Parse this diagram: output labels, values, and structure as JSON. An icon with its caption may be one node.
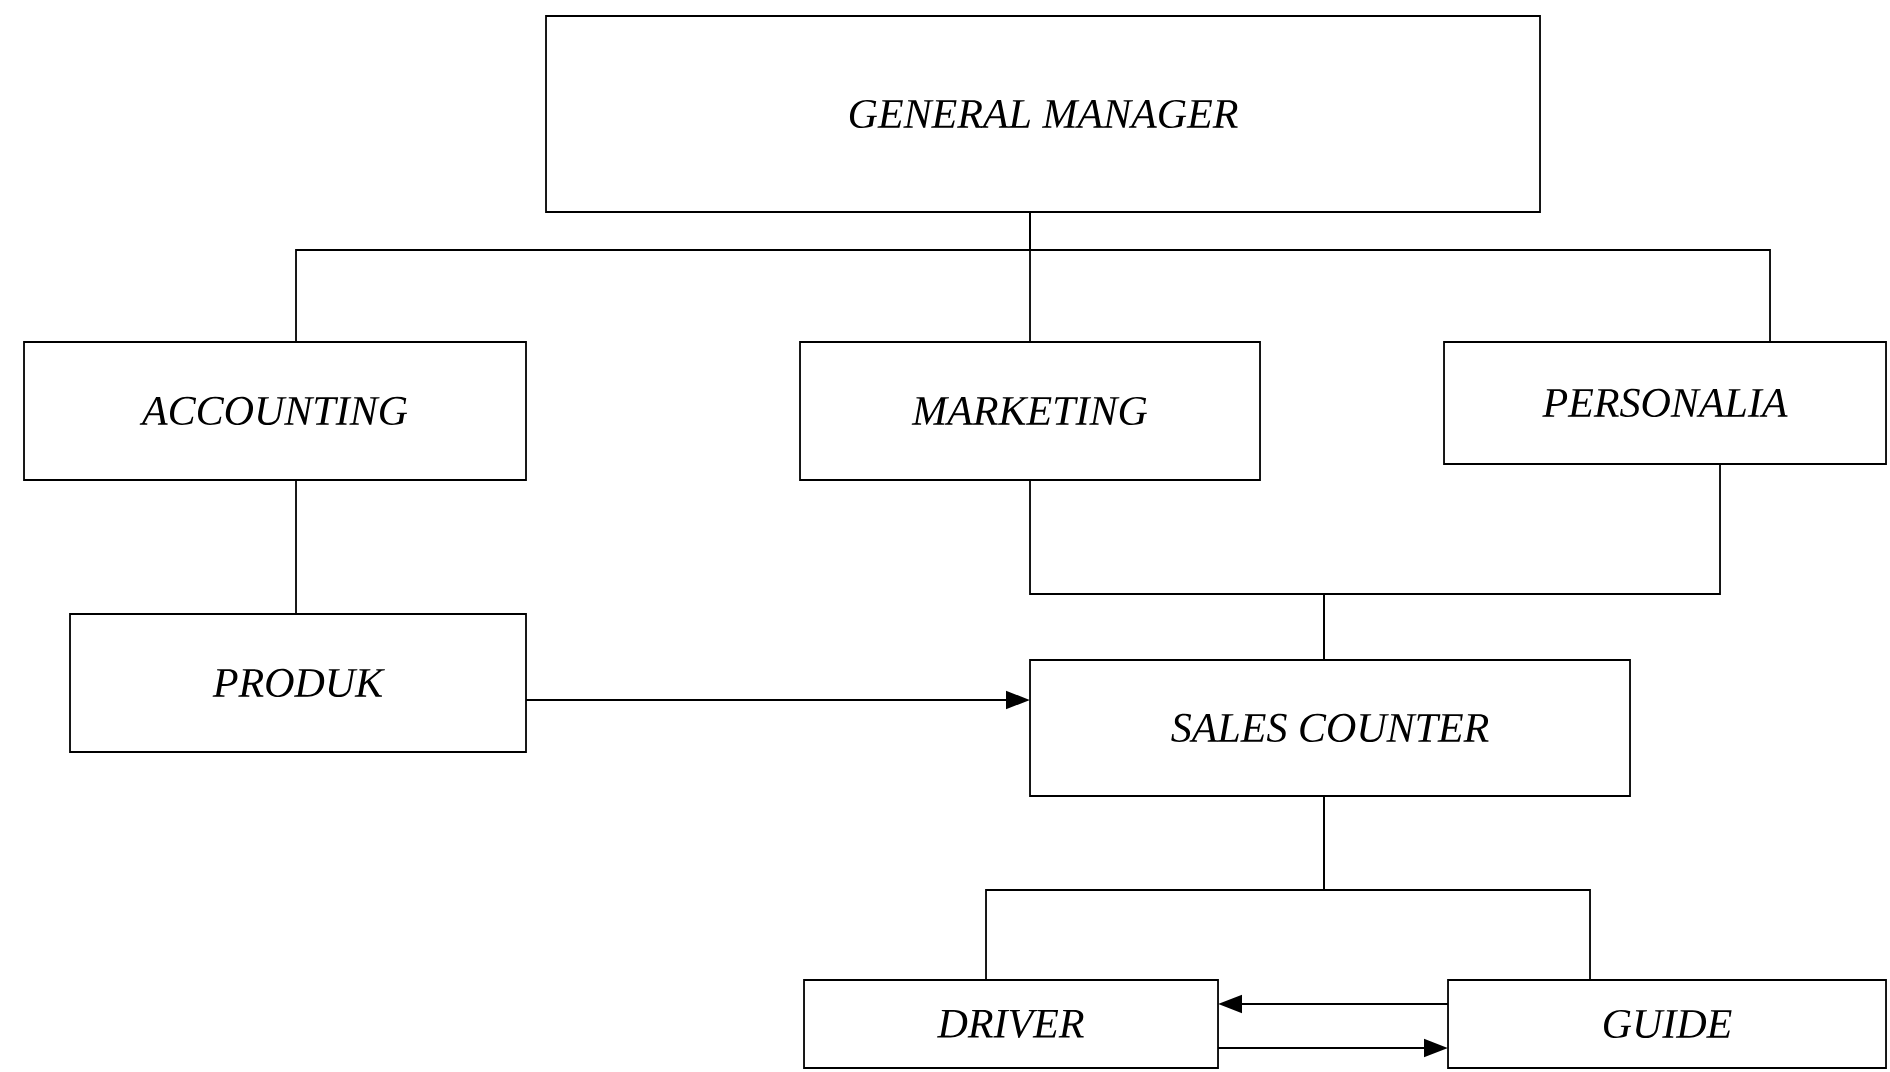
{
  "diagram": {
    "nodes": [
      {
        "text": [
          "GENERAL MANAGER"
        ]
      },
      {
        "text": [
          "ACCOUNTING"
        ]
      },
      {
        "text": [
          "MARKETING"
        ]
      },
      {
        "text": [
          "PERSONALIA"
        ]
      },
      {
        "text": [
          "PRODUK"
        ]
      },
      {
        "text": [
          "SALES COUNTER"
        ]
      },
      {
        "text": [
          "DRIVER"
        ]
      },
      {
        "text": [
          "GUIDE"
        ]
      }
    ],
    "edges": [
      {
        "from": 0,
        "to": 1,
        "arrow": "none"
      },
      {
        "from": 0,
        "to": 2,
        "arrow": "none"
      },
      {
        "from": 0,
        "to": 3,
        "arrow": "none"
      },
      {
        "from": 1,
        "to": 4,
        "arrow": "none"
      },
      {
        "from": 2,
        "to": 5,
        "arrow": "none"
      },
      {
        "from": 3,
        "to": 5,
        "arrow": "none"
      },
      {
        "from": 4,
        "to": 5,
        "arrow": "to"
      },
      {
        "from": 5,
        "to": 6,
        "arrow": "none"
      },
      {
        "from": 5,
        "to": 7,
        "arrow": "none"
      },
      {
        "from": 7,
        "to": 6,
        "arrow": "to"
      },
      {
        "from": 6,
        "to": 7,
        "arrow": "to"
      }
    ]
  }
}
